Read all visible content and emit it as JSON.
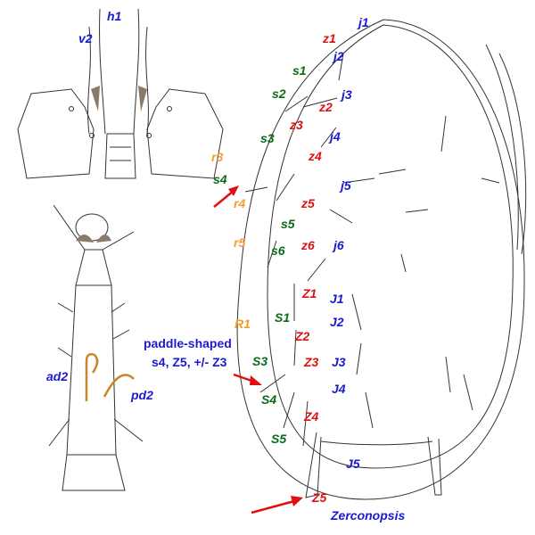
{
  "colors": {
    "j_series": "#1a1ad0",
    "z_series": "#e01010",
    "s_series": "#0a6a1a",
    "r_series": "#f0a030",
    "arrow": "#e01010",
    "leg_setae": "#c8862a"
  },
  "labels": {
    "h1": "h1",
    "v2": "v2",
    "j1": "j1",
    "z1": "z1",
    "j2": "j2",
    "s1": "s1",
    "s2": "s2",
    "j3": "j3",
    "z2": "z2",
    "z3": "z3",
    "s3": "s3",
    "j4": "j4",
    "z4": "z4",
    "r3": "r3",
    "s4": "s4",
    "j5": "j5",
    "r4": "r4",
    "z5": "z5",
    "s5": "s5",
    "r5": "r5",
    "s6": "s6",
    "z6": "z6",
    "j6": "j6",
    "Z1": "Z1",
    "J1": "J1",
    "R1": "R1",
    "S1": "S1",
    "J2": "J2",
    "Z2": "Z2",
    "S3": "S3",
    "Z3": "Z3",
    "J3": "J3",
    "S4": "S4",
    "J4": "J4",
    "Z4": "Z4",
    "S5": "S5",
    "J5": "J5",
    "Z5": "Z5",
    "ad2": "ad2",
    "pd2": "pd2"
  },
  "annotation": {
    "line1": "paddle-shaped",
    "line2": "s4, Z5, +/- Z3"
  },
  "genus": "Zerconopsis"
}
